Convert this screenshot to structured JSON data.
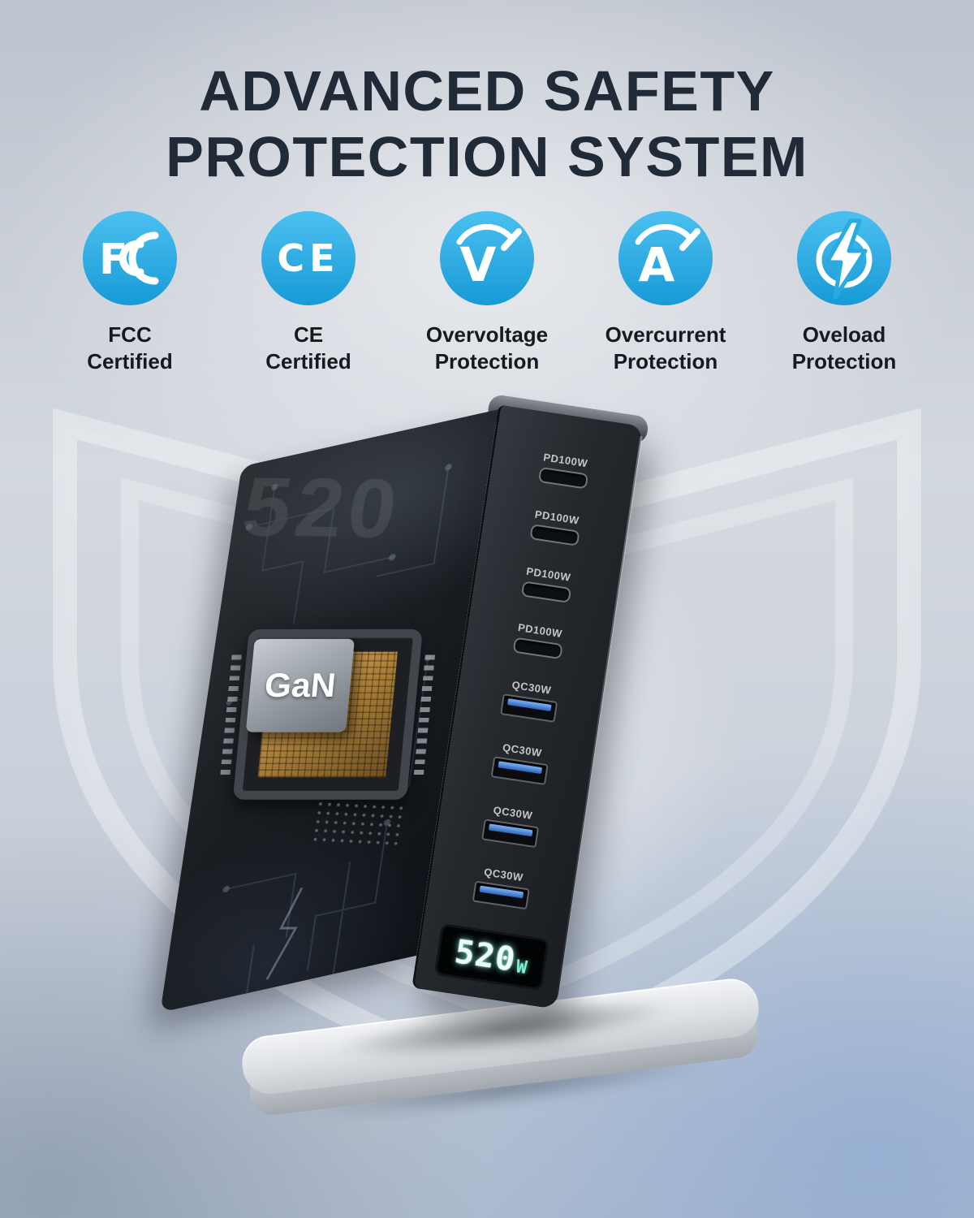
{
  "title": {
    "line1": "ADVANCED SAFETY",
    "line2": "PROTECTION SYSTEM"
  },
  "features": [
    {
      "icon": "fcc-logo-icon",
      "line1": "FCC",
      "line2": "Certified"
    },
    {
      "icon": "ce-logo-icon",
      "line1": "CE",
      "line2": "Certified"
    },
    {
      "icon": "overvoltage-gauge-icon",
      "line1": "Overvoltage",
      "line2": "Protection"
    },
    {
      "icon": "overcurrent-gauge-icon",
      "line1": "Overcurrent",
      "line2": "Protection"
    },
    {
      "icon": "overload-lightning-icon",
      "line1": "Oveload",
      "line2": "Protection"
    }
  ],
  "product": {
    "side_watermark": "520",
    "chip_label": "GaN",
    "ports": [
      {
        "type": "usb-c",
        "label": "PD100W"
      },
      {
        "type": "usb-c",
        "label": "PD100W"
      },
      {
        "type": "usb-c",
        "label": "PD100W"
      },
      {
        "type": "usb-c",
        "label": "PD100W"
      },
      {
        "type": "usb-a",
        "label": "QC30W"
      },
      {
        "type": "usb-a",
        "label": "QC30W"
      },
      {
        "type": "usb-a",
        "label": "QC30W"
      },
      {
        "type": "usb-a",
        "label": "QC30W"
      }
    ],
    "display": {
      "value": "520",
      "unit": "W"
    }
  },
  "colors": {
    "accent_blue": "#2BA9E2",
    "title_text": "#212A37",
    "display_glow": "#7DF0D6"
  }
}
